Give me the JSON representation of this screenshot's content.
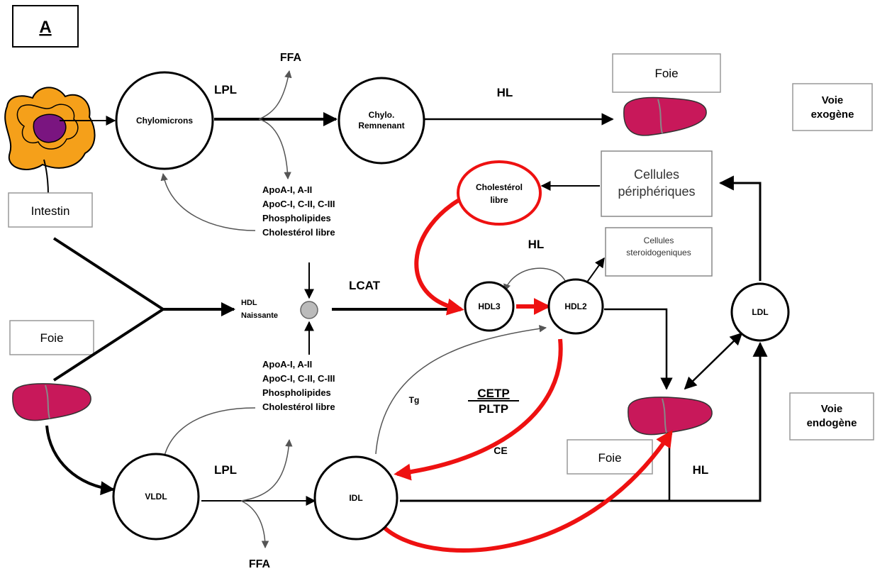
{
  "panel_label": "A",
  "labels": {
    "ffa_top": "FFA",
    "ffa_bottom": "FFA",
    "lpl_top": "LPL",
    "lpl_bottom": "LPL",
    "hl_top": "HL",
    "hl_mid": "HL",
    "hl_bottom": "HL",
    "lcat": "LCAT",
    "cetp": "CETP",
    "pltp": "PLTP",
    "ce": "CE",
    "tg": "Tg",
    "hdl_naissante_1": "HDL",
    "hdl_naissante_2": "Naissante"
  },
  "nodes": {
    "chylomicrons": "Chylomicrons",
    "chylo_remnant_1": "Chylo.",
    "chylo_remnant_2": "Remnenant",
    "cholesterol_libre_1": "Cholestérol",
    "cholesterol_libre_2": "libre",
    "hdl3": "HDL3",
    "hdl2": "HDL2",
    "ldl": "LDL",
    "vldl": "VLDL",
    "idl": "IDL"
  },
  "boxes": {
    "intestin": "Intestin",
    "foie_left": "Foie",
    "foie_top": "Foie",
    "foie_bottom": "Foie",
    "cellules_peripheriques_1": "Cellules",
    "cellules_peripheriques_2": "périphériques",
    "cellules_stero_1": "Cellules",
    "cellules_stero_2": "steroidogeniques",
    "voie_exogene_1": "Voie",
    "voie_exogene_2": "exogène",
    "voie_endogene_1": "Voie",
    "voie_endogene_2": "endogène"
  },
  "apo_top": [
    "ApoA-I, A-II",
    "ApoC-I, C-II, C-III",
    "Phospholipides",
    "Cholestérol libre"
  ],
  "apo_bottom": [
    "ApoA-I, A-II",
    "ApoC-I, C-II, C-III",
    "Phospholipides",
    "Cholestérol libre"
  ],
  "colors": {
    "red_flow": "#ee1111",
    "liver": "#c8185a",
    "intestine_outer": "#f5a01a",
    "intestine_inner": "#7a1580",
    "nascent_hdl": "#bbbbbb"
  }
}
